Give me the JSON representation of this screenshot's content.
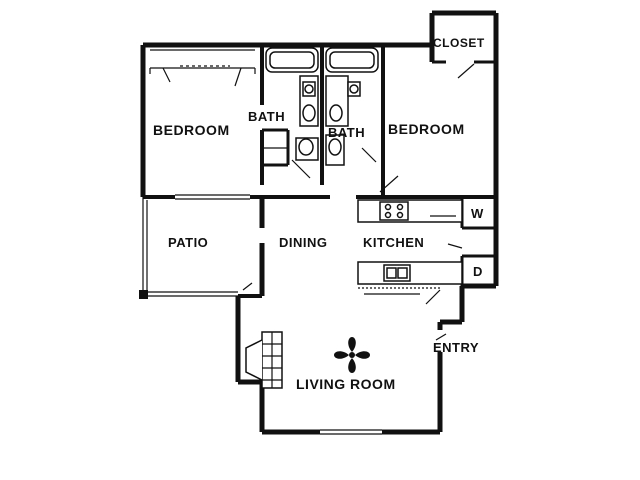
{
  "rooms": {
    "bedroom_left": "BEDROOM",
    "bedroom_right": "BEDROOM",
    "bath_left": "BATH",
    "bath_right": "BATH",
    "closet": "CLOSET",
    "patio": "PATIO",
    "dining": "DINING",
    "kitchen": "KITCHEN",
    "washer": "W",
    "dryer": "D",
    "entry": "ENTRY",
    "living_room": "LIVING ROOM"
  },
  "icons": [
    "ceiling-fan-icon",
    "fireplace-icon",
    "range-icon",
    "sink-icon",
    "toilet-icon",
    "bathtub-icon"
  ]
}
